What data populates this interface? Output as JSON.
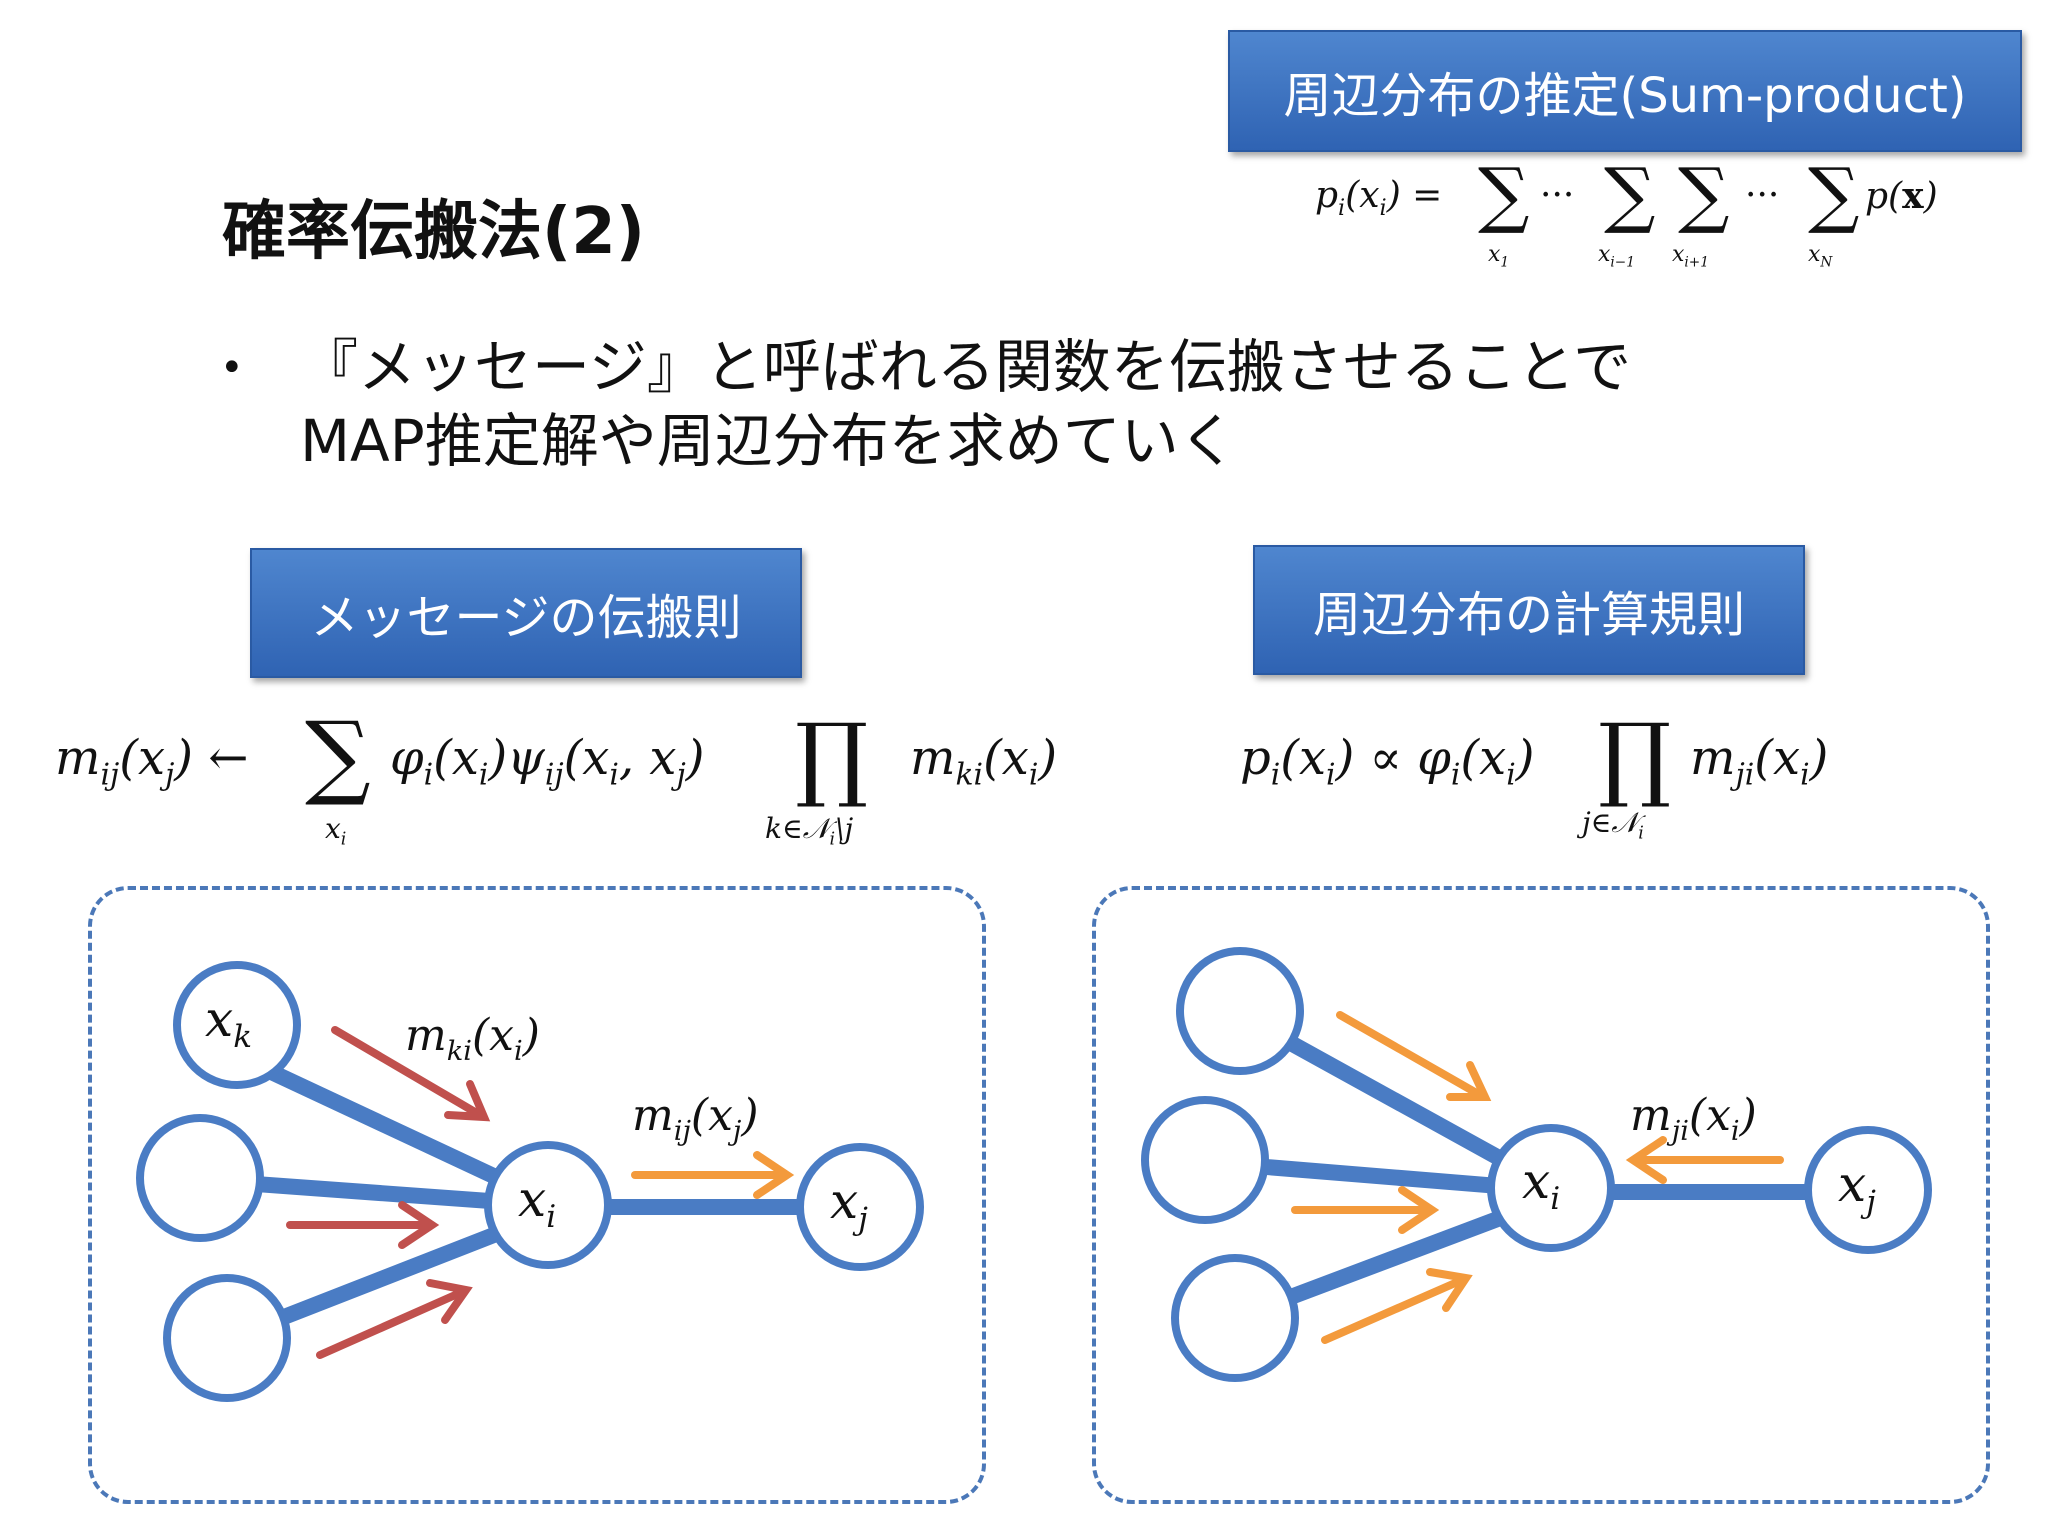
{
  "title": "確率伝搬法(2)",
  "bullet": {
    "marker": "•",
    "lines": [
      "『メッセージ』と呼ばれる関数を伝搬させることで",
      "MAP推定解や周辺分布を求めていく"
    ]
  },
  "header_box": {
    "label": "周辺分布の推定(Sum-product)"
  },
  "marginal_formula": {
    "lhs": "p_i(x_i) =",
    "sum_indices": [
      "x_1",
      "x_{i-1}",
      "x_{i+1}",
      "x_N"
    ],
    "ellipsis": "···",
    "rhs": "p(x)"
  },
  "message_box": {
    "label": "メッセージの伝搬則"
  },
  "message_formula": {
    "lhs": "m_ij(x_j) ←",
    "sum_index": "x_i",
    "body": "φ_i(x_i)ψ_ij(x_i, x_j)",
    "prod_index": "k∈N_i\\j",
    "tail": "m_ki(x_i)"
  },
  "compute_box": {
    "label": "周辺分布の計算規則"
  },
  "compute_formula": {
    "lhs": "p_i(x_i) ∝ φ_i(x_i)",
    "prod_index": "j∈N_i",
    "tail": "m_ji(x_i)"
  },
  "left_diagram": {
    "nodes": {
      "xk": "x_k",
      "xi": "x_i",
      "xj": "x_j"
    },
    "labels": {
      "mki": "m_ki(x_i)",
      "mij": "m_ij(x_j)"
    },
    "colors": {
      "node": "#4a7cc4",
      "incoming_arrow": "#c0504d",
      "outgoing_arrow": "#f39a3c"
    }
  },
  "right_diagram": {
    "nodes": {
      "xi": "x_i",
      "xj": "x_j"
    },
    "labels": {
      "mji": "m_ji(x_i)"
    },
    "colors": {
      "node": "#4a7cc4",
      "arrow": "#f39a3c"
    }
  }
}
